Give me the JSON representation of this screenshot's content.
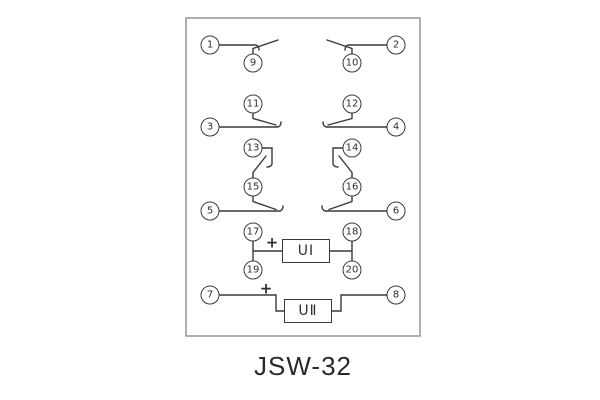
{
  "title": "JSW-32",
  "diagram": {
    "terminals": {
      "t1": "1",
      "t2": "2",
      "t3": "3",
      "t4": "4",
      "t5": "5",
      "t6": "6",
      "t7": "7",
      "t8": "8",
      "t9": "9",
      "t10": "10",
      "t11": "11",
      "t12": "12",
      "t13": "13",
      "t14": "14",
      "t15": "15",
      "t16": "16",
      "t17": "17",
      "t18": "18",
      "t19": "19",
      "t20": "20"
    },
    "unit1": {
      "label": "UⅠ",
      "plus": "+"
    },
    "unit2": {
      "label": "UⅡ",
      "plus": "+"
    },
    "colors": {
      "line": "#3a3a3a",
      "panel_border": "#8f8f8f",
      "background": "#ffffff",
      "text": "#2a2a2a"
    }
  }
}
